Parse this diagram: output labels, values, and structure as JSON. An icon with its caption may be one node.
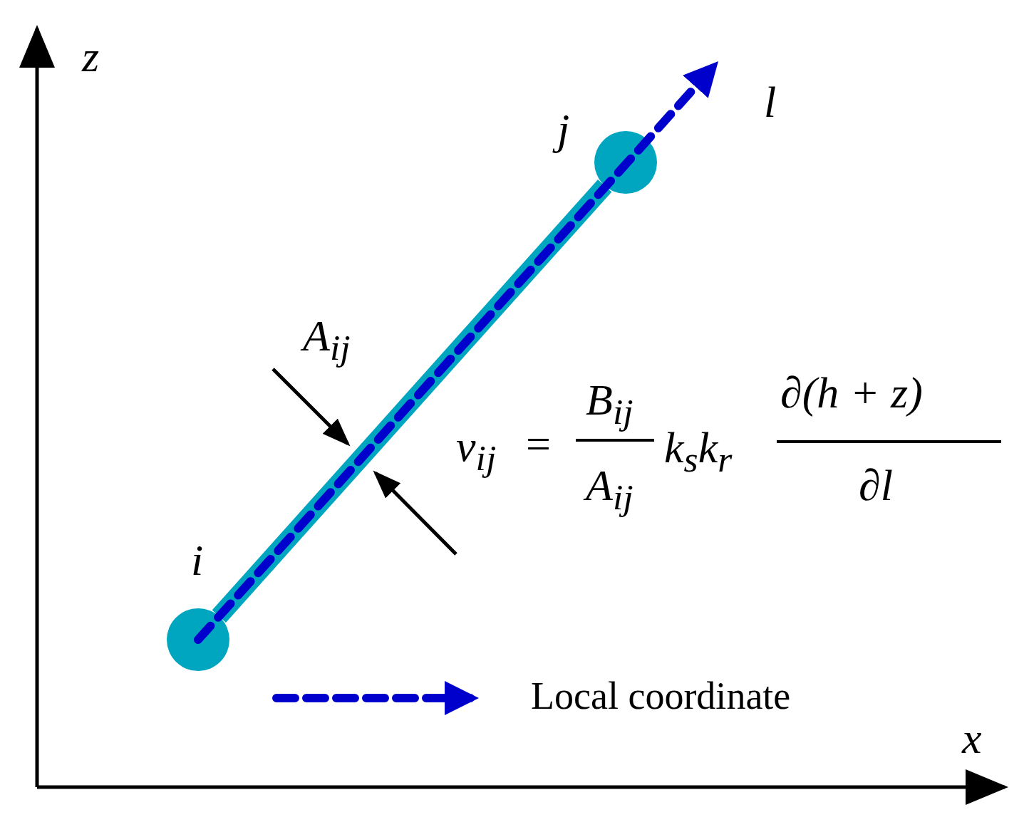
{
  "diagram": {
    "nodes": [
      {
        "text": [],
        "shape": "circle",
        "beside": [
          "i"
        ]
      },
      {
        "text": [],
        "shape": "circle",
        "beside": [
          "j"
        ]
      }
    ],
    "edges": [
      {
        "from": 0,
        "to": 1,
        "arrow": "none"
      }
    ],
    "labels": [
      "z",
      "l",
      "A$_{ij}$",
      "v$_{ij}$",
      "=",
      "B$_{ij}$",
      "A$_{ij}$",
      "k$_{s}$k$_{r}$",
      "∂(h + z)",
      "∂l",
      "x"
    ],
    "legend": [
      {
        "text": "Local coordinate"
      }
    ]
  }
}
